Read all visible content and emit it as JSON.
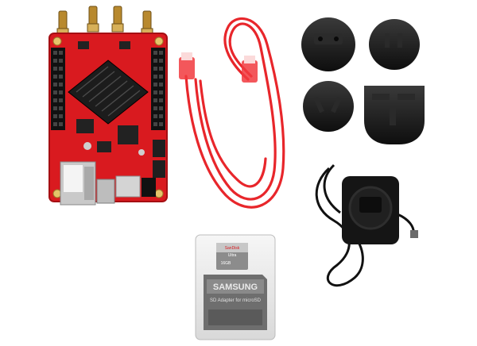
{
  "sd_card": {
    "micro_brand": "SanDisk",
    "micro_line": "Ultra",
    "micro_capacity": "16GB",
    "adapter_brand": "SAMSUNG",
    "adapter_label": "SD Adapter for microSD"
  },
  "colors": {
    "board_red": "#d91a1f",
    "cable_red": "#e8262b",
    "adapter_black": "#151515",
    "heatsink": "#1c1c1c"
  }
}
